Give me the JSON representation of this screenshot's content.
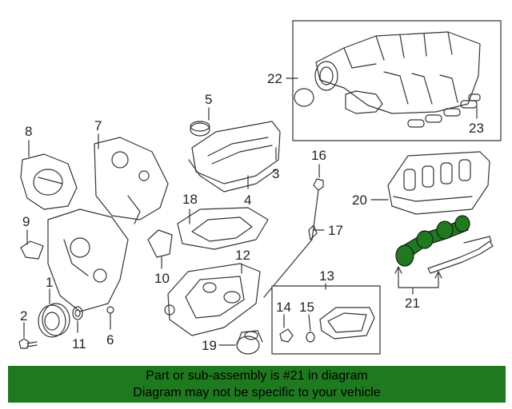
{
  "callouts": [
    {
      "id": "1",
      "label": "1"
    },
    {
      "id": "2",
      "label": "2"
    },
    {
      "id": "3",
      "label": "3"
    },
    {
      "id": "4",
      "label": "4"
    },
    {
      "id": "5",
      "label": "5"
    },
    {
      "id": "6",
      "label": "6"
    },
    {
      "id": "7",
      "label": "7"
    },
    {
      "id": "8",
      "label": "8"
    },
    {
      "id": "9",
      "label": "9"
    },
    {
      "id": "10",
      "label": "10"
    },
    {
      "id": "11",
      "label": "11"
    },
    {
      "id": "12",
      "label": "12"
    },
    {
      "id": "13",
      "label": "13"
    },
    {
      "id": "14",
      "label": "14"
    },
    {
      "id": "15",
      "label": "15"
    },
    {
      "id": "16",
      "label": "16"
    },
    {
      "id": "17",
      "label": "17"
    },
    {
      "id": "18",
      "label": "18"
    },
    {
      "id": "19",
      "label": "19"
    },
    {
      "id": "20",
      "label": "20"
    },
    {
      "id": "21",
      "label": "21"
    },
    {
      "id": "22",
      "label": "22"
    },
    {
      "id": "23",
      "label": "23"
    }
  ],
  "highlighted_part": "21",
  "colors": {
    "highlight": "#1f7a1f",
    "banner_background": "#1f7a1f",
    "line": "#333333"
  },
  "banner": {
    "line1": "Part or sub-assembly is #21 in diagram",
    "line2": "Diagram may not be specific to your vehicle"
  }
}
